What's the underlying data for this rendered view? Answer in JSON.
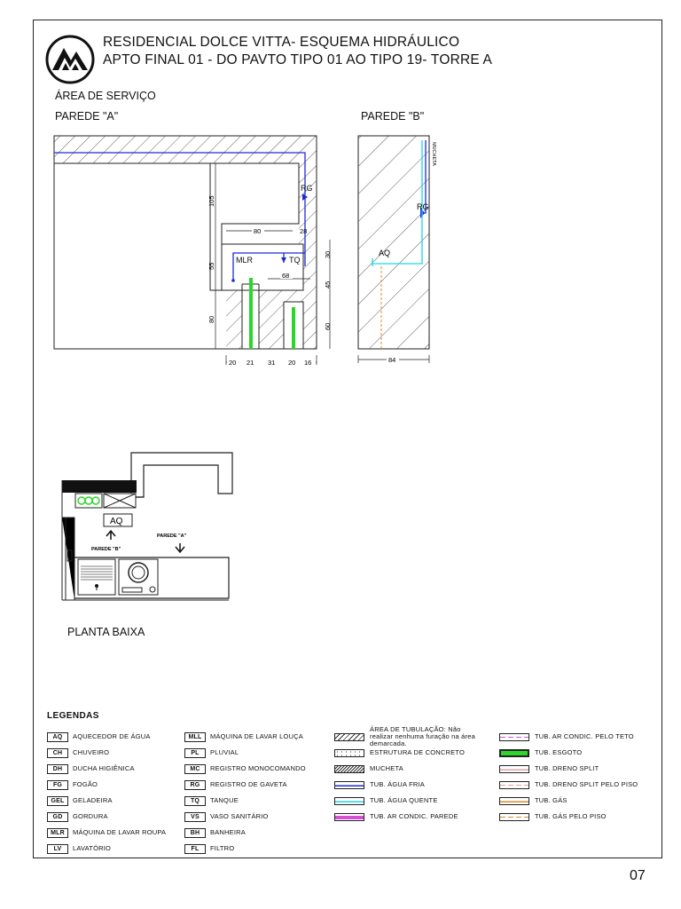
{
  "header": {
    "title_line1": "RESIDENCIAL DOLCE VITTA- ESQUEMA HIDRÁULICO",
    "title_line2": "APTO FINAL 01 - DO PAVTO TIPO 01 AO TIPO 19- TORRE A"
  },
  "section": {
    "area": "ÁREA DE SERVIÇO",
    "wall_a": "PAREDE \"A\"",
    "wall_b": "PAREDE \"B\""
  },
  "wall_a": {
    "labels": {
      "rg": "RG",
      "mlr": "MLR",
      "tq": "TQ"
    },
    "dims": {
      "d105": "105",
      "d80top": "80",
      "d28": "28",
      "d30": "30",
      "d55": "55",
      "d68": "68",
      "d45": "45",
      "d80": "80",
      "d60": "60",
      "b20a": "20",
      "b21": "21",
      "b31": "31",
      "b20b": "20",
      "b16": "16"
    }
  },
  "wall_b": {
    "labels": {
      "muc": "MUCHETA",
      "rg": "RG",
      "aq": "AQ"
    },
    "dims": {
      "d84": "84"
    }
  },
  "plan": {
    "aq": "AQ",
    "parede_b": "PAREDE \"B\"",
    "parede_a": "PAREDE \"A\"",
    "caption": "PLANTA BAIXA"
  },
  "legend": {
    "title": "LEGENDAS",
    "col1": [
      {
        "code": "AQ",
        "text": "AQUECEDOR DE ÁGUA"
      },
      {
        "code": "CH",
        "text": "CHUVEIRO"
      },
      {
        "code": "DH",
        "text": "DUCHA HIGIÊNICA"
      },
      {
        "code": "FG",
        "text": "FOGÃO"
      },
      {
        "code": "GEL",
        "text": "GELADEIRA"
      },
      {
        "code": "GD",
        "text": "GORDURA"
      },
      {
        "code": "MLR",
        "text": "MÁQUINA DE LAVAR ROUPA"
      },
      {
        "code": "LV",
        "text": "LAVATÓRIO"
      }
    ],
    "col2": [
      {
        "code": "MLL",
        "text": "MÁQUINA DE LAVAR LOUÇA"
      },
      {
        "code": "PL",
        "text": "PLUVIAL"
      },
      {
        "code": "MC",
        "text": "REGISTRO MONOCOMANDO"
      },
      {
        "code": "RG",
        "text": "REGISTRO DE GAVETA"
      },
      {
        "code": "TQ",
        "text": "TANQUE"
      },
      {
        "code": "VS",
        "text": "VASO SANITÁRIO"
      },
      {
        "code": "BH",
        "text": "BANHEIRA"
      },
      {
        "code": "FL",
        "text": "FILTRO"
      }
    ],
    "col3": [
      {
        "swatch": "hatch",
        "text": "ÁREA DE TUBULAÇÃO: Não realizar nenhuma furação na área demarcada."
      },
      {
        "swatch": "concrete",
        "text": "ESTRUTURA DE CONCRETO"
      },
      {
        "swatch": "dense",
        "text": "MUCHETA"
      },
      {
        "swatch": "blue",
        "text": "TUB. ÁGUA FRIA"
      },
      {
        "swatch": "cyan",
        "text": "TUB. ÁGUA QUENTE"
      },
      {
        "swatch": "magenta",
        "text": "TUB. AR CONDIC. PAREDE"
      }
    ],
    "col4": [
      {
        "swatch": "magenta-dash",
        "text": "TUB. AR CONDIC. PELO TETO"
      },
      {
        "swatch": "green",
        "text": "TUB. ESGOTO"
      },
      {
        "swatch": "pink",
        "text": "TUB. DRENO SPLIT"
      },
      {
        "swatch": "pink-dash",
        "text": "TUB. DRENO SPLIT PELO PISO"
      },
      {
        "swatch": "orange",
        "text": "TUB. GÁS"
      },
      {
        "swatch": "orange-dash",
        "text": "TUB. GÁS PELO PISO"
      }
    ]
  },
  "colors": {
    "cold": "#1c2bd6",
    "hot": "#19d6e8",
    "sewer": "#2bd62b",
    "gas": "#e08a2a",
    "magenta": "#d64fd6",
    "pink": "#e8a0a0"
  },
  "page_number": "07"
}
